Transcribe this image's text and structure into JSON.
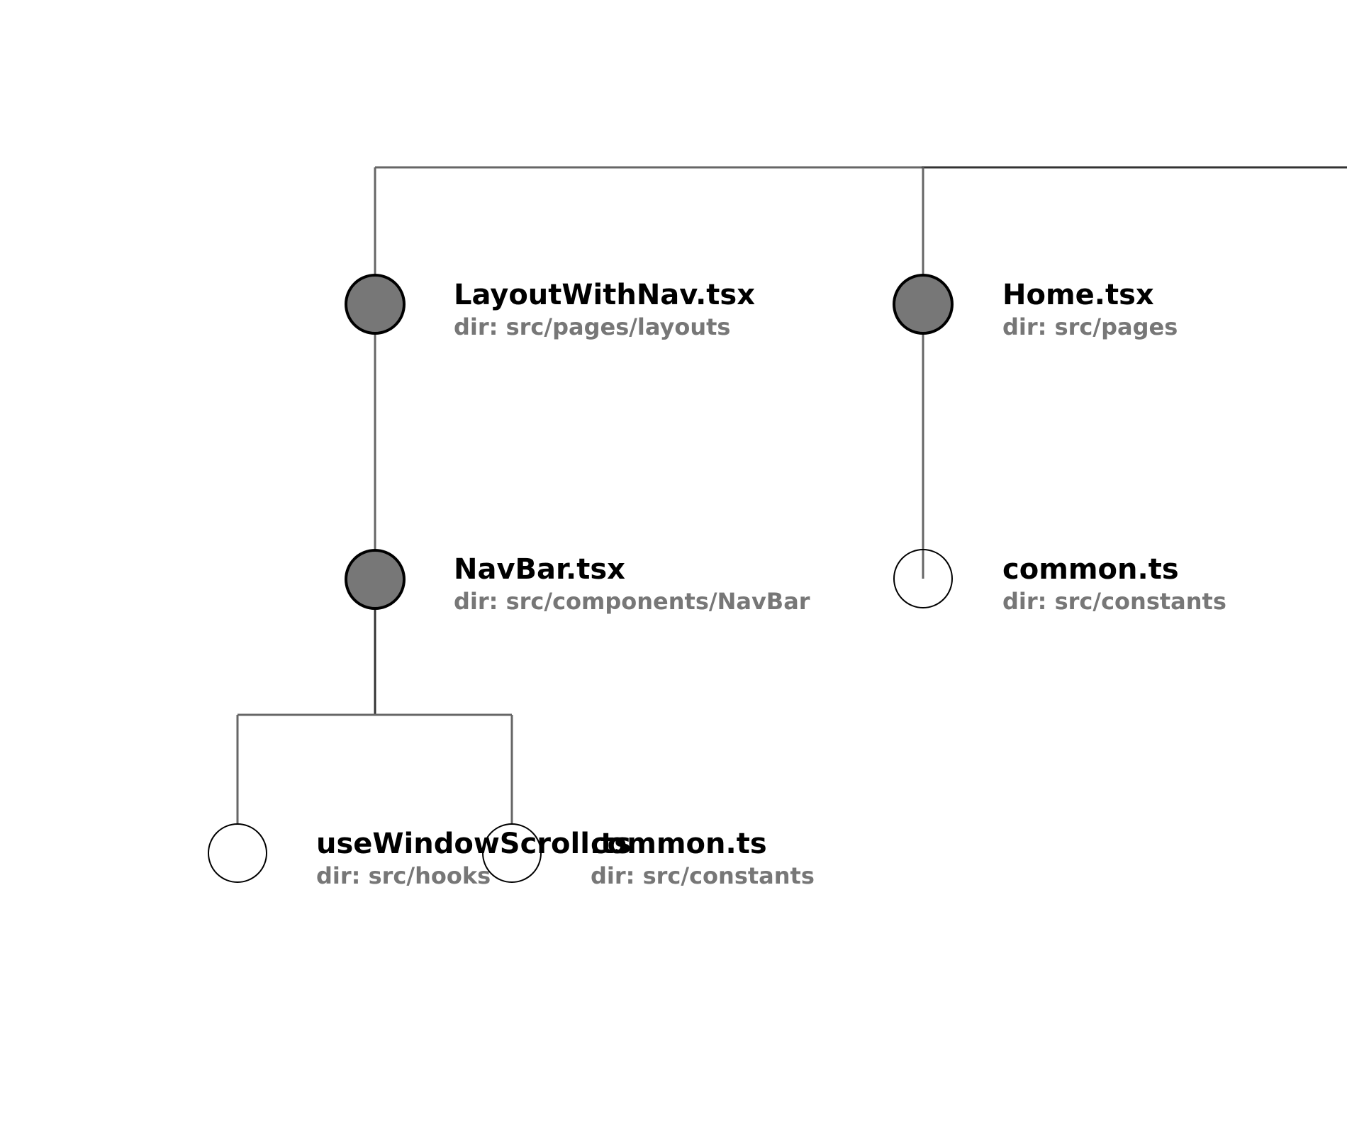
{
  "tree": {
    "nodes": [
      {
        "id": "layoutwithnav",
        "name": "LayoutWithNav.tsx",
        "dir": "dir: src/pages/layouts",
        "expanded": true
      },
      {
        "id": "home",
        "name": "Home.tsx",
        "dir": "dir: src/pages",
        "expanded": true
      },
      {
        "id": "navbar",
        "name": "NavBar.tsx",
        "dir": "dir: src/components/NavBar",
        "expanded": true
      },
      {
        "id": "common-home",
        "name": "common.ts",
        "dir": "dir: src/constants",
        "expanded": false
      },
      {
        "id": "usewindowscroll",
        "name": "useWindowScroll.ts",
        "dir": "dir: src/hooks",
        "expanded": false
      },
      {
        "id": "common-navbar",
        "name": "common.ts",
        "dir": "dir: src/constants",
        "expanded": false
      }
    ]
  }
}
